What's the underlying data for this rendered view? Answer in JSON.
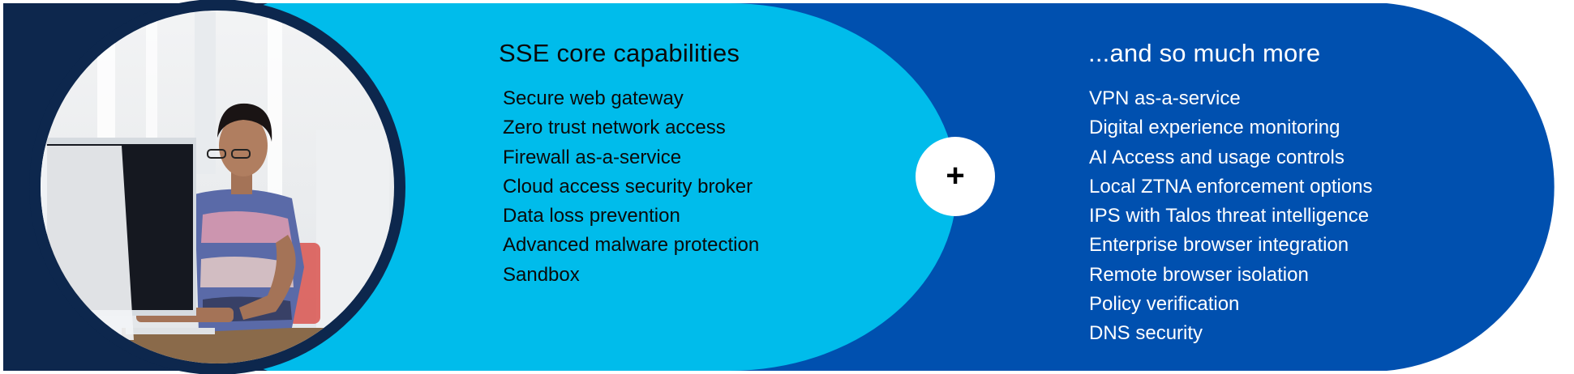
{
  "colors": {
    "navy": "#0D274D",
    "royal_blue": "#0050AF",
    "cyan": "#00BCEB",
    "white": "#FFFFFF",
    "text_dark": "#0A0A0A"
  },
  "photo": {
    "description": "Woman with glasses typing at a desktop computer in a bright office",
    "alt": "Person working at a computer"
  },
  "core": {
    "title": "SSE core capabilities",
    "items": [
      "Secure web gateway",
      "Zero trust network access",
      "Firewall as-a-service",
      "Cloud access security broker",
      "Data loss prevention",
      "Advanced malware protection",
      "Sandbox"
    ]
  },
  "connector": {
    "icon": "plus-icon",
    "glyph": "+"
  },
  "more": {
    "title": "...and so much more",
    "items": [
      "VPN as-a-service",
      "Digital experience monitoring",
      "AI Access and usage controls",
      "Local ZTNA enforcement options",
      "IPS with Talos threat intelligence",
      "Enterprise browser integration",
      "Remote browser isolation",
      "Policy verification",
      "DNS security"
    ]
  }
}
